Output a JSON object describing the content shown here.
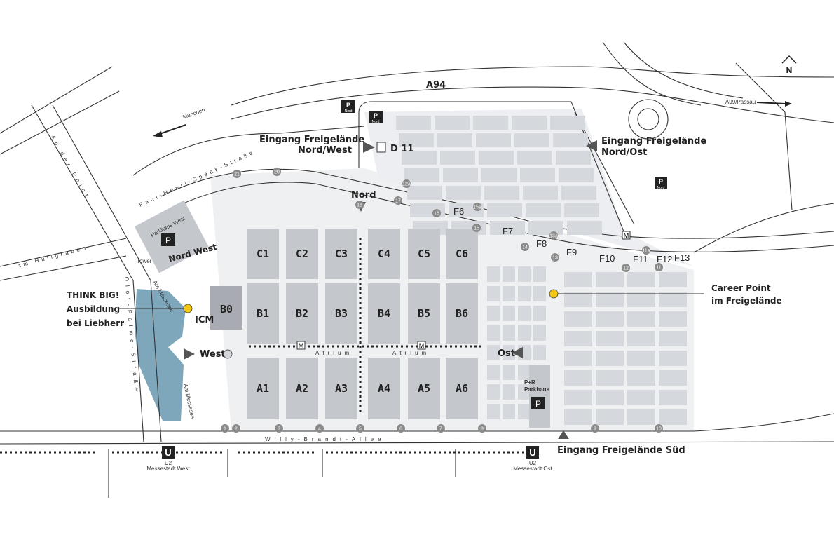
{
  "compass": {
    "label": "N"
  },
  "roads": {
    "a94": "A94",
    "a99": "A99/Passau",
    "muenchen": "München",
    "an_der_point": "An der Point",
    "paul_henri_spaak": "Paul-Henri-Spaak-Straße",
    "am_huellgraben": "Am Hüllgraben",
    "olof_palme": "Olof-Palme-Straße",
    "am_messesee_1": "Am Messesee",
    "am_messesee_2": "Am Messesee",
    "willy_brandt": "Willy-Brandt-Allee"
  },
  "halls": {
    "c": [
      "C1",
      "C2",
      "C3",
      "C4",
      "C5",
      "C6"
    ],
    "b": [
      "B1",
      "B2",
      "B3",
      "B4",
      "B5",
      "B6"
    ],
    "a": [
      "A1",
      "A2",
      "A3",
      "A4",
      "A5",
      "A6"
    ],
    "b0": "B0",
    "icm": "ICM",
    "d11": "D 11"
  },
  "atrium": [
    "Atrium",
    "Atrium"
  ],
  "entrances": {
    "west": "West",
    "ost": "Ost",
    "nord": "Nord",
    "nordwest": "Nord West",
    "freigelaende_nw": [
      "Eingang Freigelände",
      "Nord/West"
    ],
    "freigelaende_no": [
      "Eingang Freigelände",
      "Nord/Ost"
    ],
    "freigelaende_sued": "Eingang Freigelände Süd"
  },
  "parking": {
    "parkhaus_west": "Parkhaus West",
    "pr_parkhaus": [
      "P+R",
      "Parkhaus"
    ],
    "p_nord_1": [
      "P",
      "Nord"
    ],
    "p_nord_2": [
      "P",
      "Nord"
    ],
    "p_nord_3": [
      "P",
      "Nord"
    ]
  },
  "tower": "Tower",
  "ubahn": [
    {
      "badge": "U",
      "line": "U2",
      "station": "Messestadt West"
    },
    {
      "badge": "U",
      "line": "U2",
      "station": "Messestadt Ost"
    }
  ],
  "gates_south": [
    "1",
    "2",
    "3",
    "4",
    "5",
    "6",
    "7",
    "8",
    "9",
    "10"
  ],
  "gates_north": [
    "21",
    "20",
    "18",
    "17",
    "16",
    "15",
    "14",
    "13",
    "12",
    "11",
    "12a",
    "15a",
    "13a",
    "11a"
  ],
  "freigelaende_areas": [
    "F6",
    "F7",
    "F8",
    "F9",
    "F10",
    "F11",
    "F12",
    "F13"
  ],
  "metro_marker": "M",
  "points_of_interest": [
    {
      "label": [
        "THINK BIG!",
        "Ausbildung",
        "bei Liebherr"
      ],
      "color": "#f2c811"
    },
    {
      "label": [
        "Career Point",
        "im Freigelände"
      ],
      "color": "#f2c811"
    }
  ],
  "colors": {
    "hall": "#c4c7cc",
    "free": "#d5d8dd",
    "water": "#7fa7bb",
    "poi": "#f2c811",
    "dark": "#222222"
  }
}
